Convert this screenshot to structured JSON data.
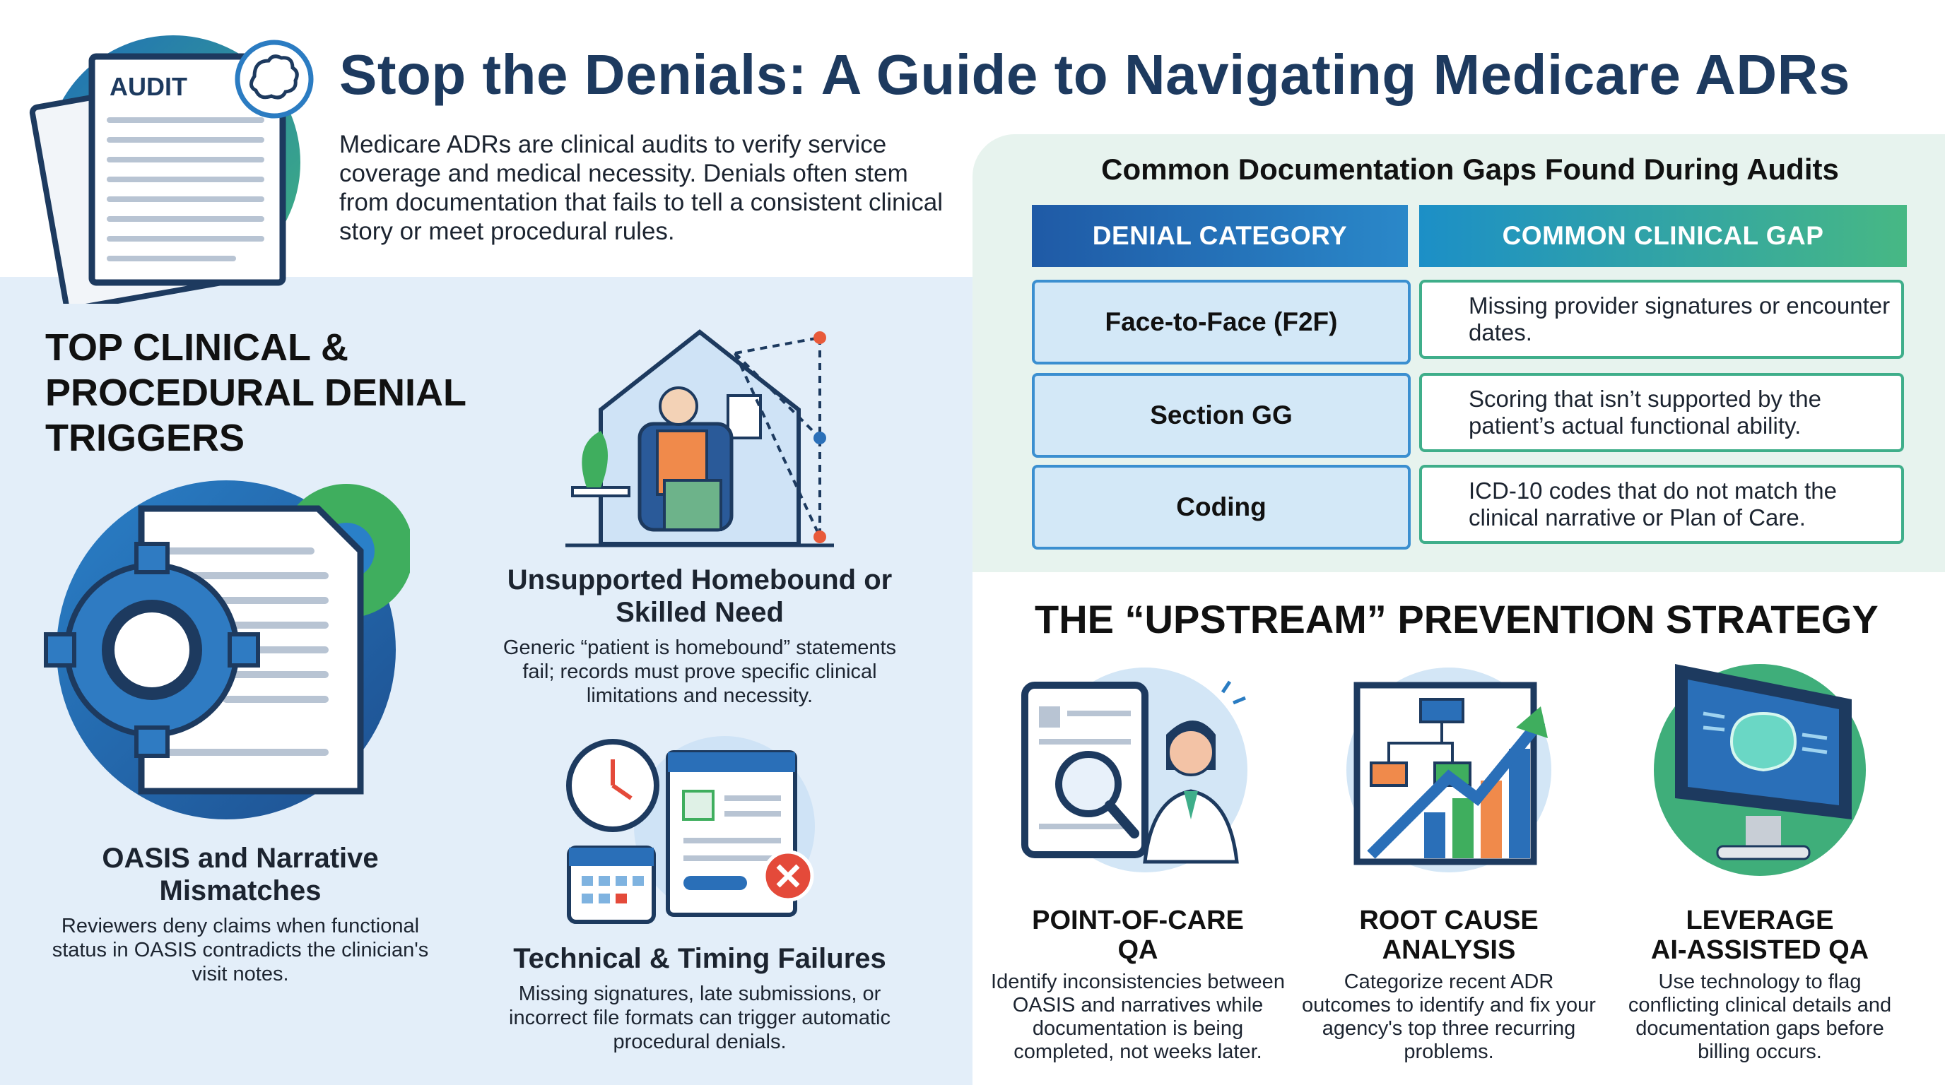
{
  "header": {
    "title": "Stop the Denials: A Guide to Navigating Medicare ADRs",
    "intro": "Medicare ADRs are clinical audits to verify service coverage and medical necessity. Denials often stem from documentation that fails to tell a consistent clinical story or meet procedural rules.",
    "audit_label": "AUDIT"
  },
  "triggers": {
    "heading": "TOP CLINICAL & PROCEDURAL DENIAL TRIGGERS",
    "items": [
      {
        "title": "OASIS and Narrative Mismatches",
        "desc": "Reviewers deny claims when functional status in OASIS contradicts the clinician's visit notes.",
        "icon": "document-gear-icon"
      },
      {
        "title": "Unsupported Homebound or Skilled Need",
        "desc": "Generic “patient is homebound” statements fail; records must prove specific clinical limitations and necessity.",
        "icon": "homebound-patient-icon"
      },
      {
        "title": "Technical & Timing Failures",
        "desc": "Missing signatures, late submissions, or incorrect file formats can trigger automatic procedural denials.",
        "icon": "clock-calendar-form-icon"
      }
    ]
  },
  "table": {
    "title": "Common Documentation Gaps Found During Audits",
    "headers": [
      "DENIAL CATEGORY",
      "COMMON CLINICAL GAP"
    ],
    "rows": [
      [
        "Face-to-Face (F2F)",
        "Missing provider signatures or encounter dates."
      ],
      [
        "Section GG",
        "Scoring that isn’t supported by the patient’s actual functional ability."
      ],
      [
        "Coding",
        "ICD-10 codes that do not match the clinical narrative or Plan of Care."
      ]
    ]
  },
  "strategy": {
    "heading": "THE “UPSTREAM” PREVENTION STRATEGY",
    "items": [
      {
        "title_1": "POINT-OF-CARE",
        "title_2": "QA",
        "desc": "Identify inconsistencies between OASIS and narratives while documentation is being completed, not weeks later.",
        "icon": "tablet-clinician-icon"
      },
      {
        "title_1": "ROOT CAUSE",
        "title_2": "ANALYSIS",
        "desc": "Categorize recent ADR outcomes to identify and fix your agency's top three recurring problems.",
        "icon": "flowchart-bar-chart-icon"
      },
      {
        "title_1": "LEVERAGE",
        "title_2": "AI-ASSISTED QA",
        "desc": "Use technology to flag conflicting clinical details and documentation gaps before billing occurs.",
        "icon": "ai-brain-monitor-icon"
      }
    ]
  }
}
